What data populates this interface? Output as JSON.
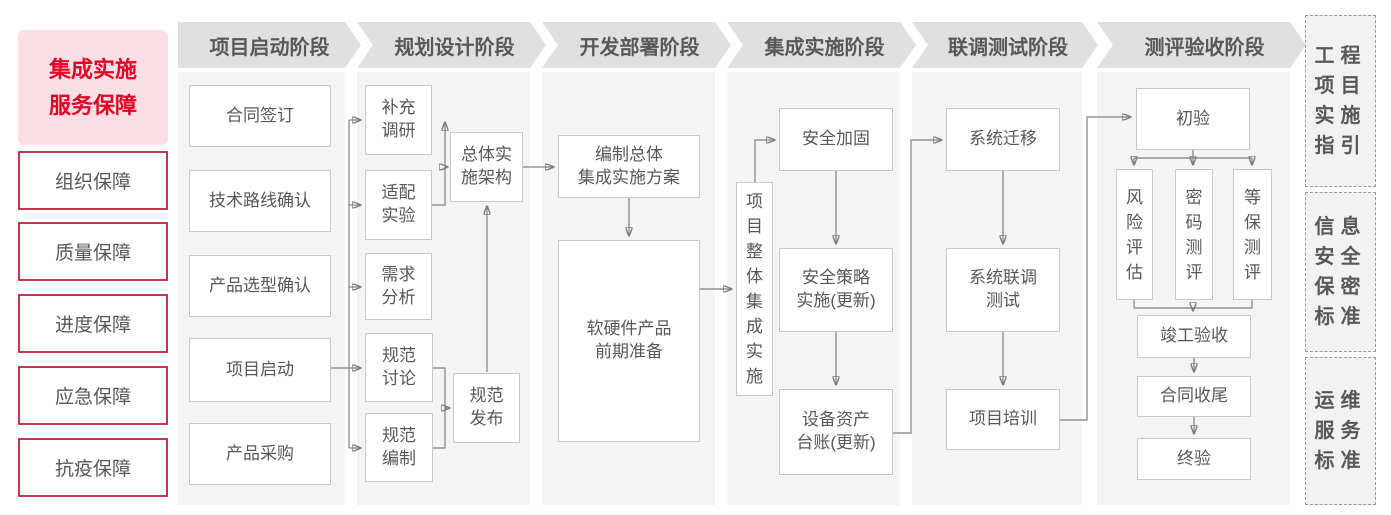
{
  "colors": {
    "accent-red": "#e60025",
    "pink-bg": "#fbdfe4",
    "red-border": "#c9374e",
    "panel-bg": "#f4f4f5",
    "header-bg": "#e0e0e1",
    "box-border": "#c9c9c9",
    "text-gray": "#595757",
    "line-gray": "#7f7f7f",
    "dashed-border": "#9a9a9a",
    "dashed-bg": "#f2f2f2"
  },
  "left_panel": {
    "title": "集成实施\n服务保障",
    "items": [
      "组织保障",
      "质量保障",
      "进度保障",
      "应急保障",
      "抗疫保障"
    ]
  },
  "stages": [
    {
      "label": "项目启动阶段",
      "boxes": [
        "合同签订",
        "技术路线确认",
        "产品选型确认",
        "项目启动",
        "产品采购"
      ]
    },
    {
      "label": "规划设计阶段",
      "boxes": [
        "补充\n调研",
        "适配\n实验",
        "总体实\n施架构",
        "需求\n分析",
        "规范\n讨论",
        "规范\n编制",
        "规范\n发布"
      ]
    },
    {
      "label": "开发部署阶段",
      "boxes": [
        "编制总体\n集成实施方案",
        "软硬件产品\n前期准备"
      ]
    },
    {
      "label": "集成实施阶段",
      "boxes": [
        "项\n目\n整\n体\n集\n成\n实\n施",
        "安全加固",
        "安全策略\n实施(更新)",
        "设备资产\n台账(更新)"
      ]
    },
    {
      "label": "联调测试阶段",
      "boxes": [
        "系统迁移",
        "系统联调\n测试",
        "项目培训"
      ]
    },
    {
      "label": "测评验收阶段",
      "boxes": [
        "初验",
        "风\n险\n评\n估",
        "密\n码\n测\n评",
        "等\n保\n测\n评",
        "竣工验收",
        "合同收尾",
        "终验"
      ]
    }
  ],
  "right_panel": {
    "items": [
      "工程\n项目\n实施\n指引",
      "信息\n安全\n保密\n标准",
      "运维\n服务\n标准"
    ]
  }
}
